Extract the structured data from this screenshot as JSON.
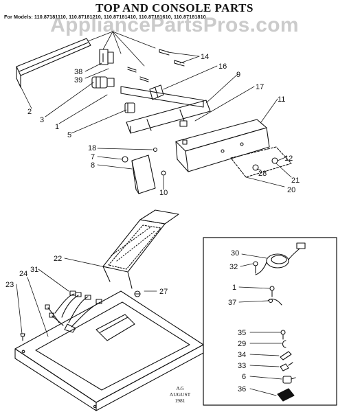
{
  "title": "TOP AND CONSOLE PARTS",
  "models_line": "For Models: 110.87181110, 110.87181210, 110.87181410, 110.87181610, 110.87181810",
  "watermark": "AppliancePartsPros.com",
  "stamp": [
    "A/5",
    "AUGUST",
    "1981"
  ],
  "callouts": [
    "14",
    "16",
    "9",
    "17",
    "11",
    "38",
    "39",
    "2",
    "3",
    "1",
    "5",
    "18",
    "7",
    "8",
    "10",
    "12",
    "28",
    "21",
    "20",
    "22",
    "31",
    "27",
    "23",
    "24",
    "30",
    "32",
    "1",
    "37",
    "35",
    "29",
    "34",
    "33",
    "6",
    "36"
  ]
}
